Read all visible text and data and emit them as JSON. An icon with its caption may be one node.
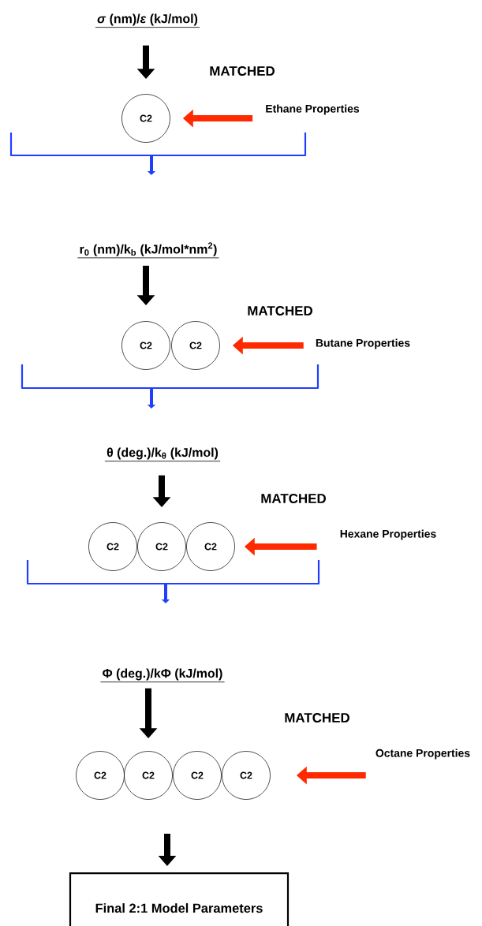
{
  "diagram": {
    "nodes": [
      {
        "text": [
          "*σ* (nm)/*ε* (kJ/mol)"
        ]
      },
      {
        "text": [
          "C2"
        ]
      },
      {
        "text": [
          "Ethane Properties"
        ]
      },
      {
        "text": [
          "r$_{0}$ (nm)/k$_{b}$ (kJ/mol*nm$^{2}$)"
        ]
      },
      {
        "text": [
          "C2"
        ]
      },
      {
        "text": [
          "C2"
        ]
      },
      {
        "text": [
          "Butane Properties"
        ]
      },
      {
        "text": [
          "θ (deg.)/k$_{θ}$ (kJ/mol)"
        ]
      },
      {
        "text": [
          "C2"
        ]
      },
      {
        "text": [
          "C2"
        ]
      },
      {
        "text": [
          "C2"
        ]
      },
      {
        "text": [
          "Hexane Properties"
        ]
      },
      {
        "text": [
          "Φ (deg.)/kΦ (kJ/mol)"
        ]
      },
      {
        "text": [
          "C2"
        ]
      },
      {
        "text": [
          "C2"
        ]
      },
      {
        "text": [
          "C2"
        ]
      },
      {
        "text": [
          "C2"
        ]
      },
      {
        "text": [
          "Octane Properties"
        ]
      },
      {
        "text": [
          "Final 2:1 Model Parameters"
        ]
      }
    ],
    "edges": [
      {
        "from": 0,
        "to": 1,
        "arrow": "to"
      },
      {
        "from": 2,
        "to": 1,
        "arrow": "to",
        "color": "#ff2a00"
      },
      {
        "from": 3,
        "to": 4,
        "arrow": "to"
      },
      {
        "from": 6,
        "to": 5,
        "arrow": "to",
        "color": "#ff2a00"
      },
      {
        "from": 7,
        "to": 9,
        "arrow": "to"
      },
      {
        "from": 11,
        "to": 10,
        "arrow": "to",
        "color": "#ff2a00"
      },
      {
        "from": 12,
        "to": 14,
        "arrow": "to"
      },
      {
        "from": 17,
        "to": 16,
        "arrow": "to",
        "color": "#ff2a00"
      },
      {
        "from": null,
        "to": 18,
        "arrow": "to"
      }
    ],
    "labels": [
      "MATCHED",
      "MATCHED",
      "MATCHED",
      "MATCHED"
    ]
  }
}
